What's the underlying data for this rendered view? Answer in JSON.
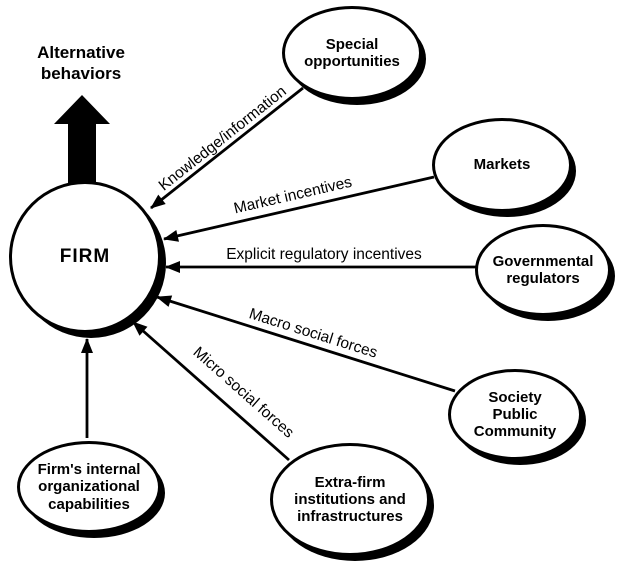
{
  "figure": {
    "background_color": "#ffffff",
    "ink_color": "#000000"
  },
  "annotations": {
    "alternative_behaviors": "Alternative behaviors"
  },
  "nodes": {
    "firm": {
      "label": "FIRM",
      "shape": "circle"
    },
    "special_opportunities": {
      "label": "Special opportunities",
      "shape": "ellipse"
    },
    "markets": {
      "label": "Markets",
      "shape": "ellipse"
    },
    "governmental_regulators": {
      "label": "Governmental regulators",
      "shape": "ellipse"
    },
    "society_public_community": {
      "label": "Society Public Community",
      "shape": "ellipse"
    },
    "extra_firm": {
      "label": "Extra-firm institutions and infrastructures",
      "shape": "ellipse"
    },
    "firms_internal": {
      "label": "Firm's internal organizational capabilities",
      "shape": "ellipse"
    }
  },
  "edges": {
    "knowledge_information": {
      "label": "Knowledge/information",
      "from": "special_opportunities",
      "to": "firm"
    },
    "market_incentives": {
      "label": "Market incentives",
      "from": "markets",
      "to": "firm"
    },
    "explicit_regulatory_incentives": {
      "label": "Explicit regulatory incentives",
      "from": "governmental_regulators",
      "to": "firm"
    },
    "macro_social_forces": {
      "label": "Macro social forces",
      "from": "society_public_community",
      "to": "firm"
    },
    "micro_social_forces": {
      "label": "Micro social forces",
      "from": "extra_firm",
      "to": "firm"
    },
    "internal_capabilities": {
      "label": "",
      "from": "firms_internal",
      "to": "firm"
    },
    "alternative_behaviors_output": {
      "label": "Alternative behaviors",
      "from": "firm",
      "to": "alternative_behaviors"
    }
  }
}
